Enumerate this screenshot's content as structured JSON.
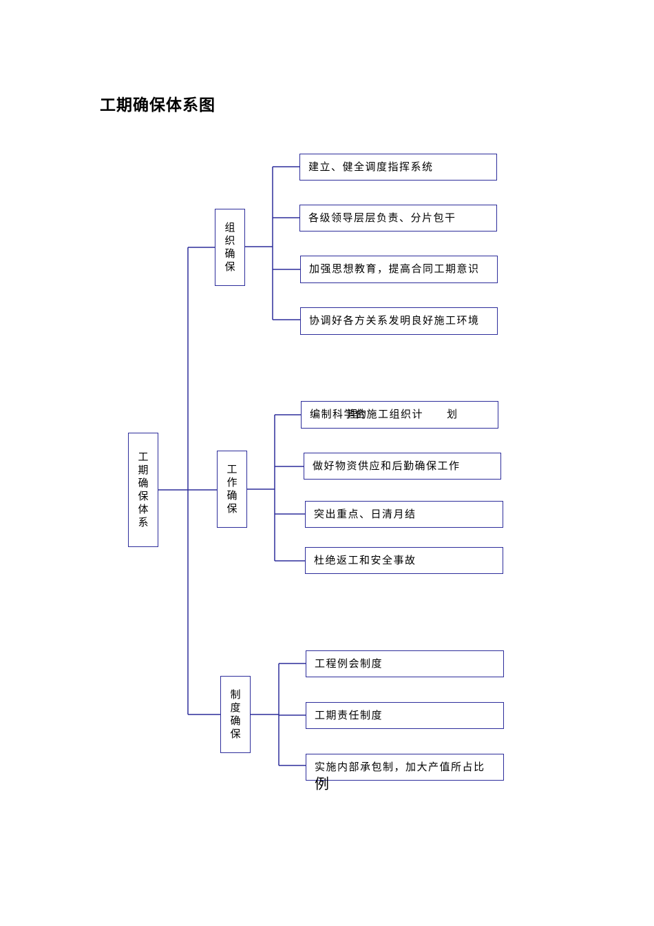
{
  "title": "工期确保体系图",
  "root": {
    "chars": [
      "工",
      "期",
      "确",
      "保",
      "体",
      "系"
    ]
  },
  "groups": [
    {
      "chars": [
        "组",
        "织",
        "确",
        "保"
      ],
      "items": [
        "建立、健全调度指挥系统",
        "各级领导层层负责、分片包干",
        "加强思想教育，提高合同工期意识",
        "协调好各方关系发明良好施工环境"
      ]
    },
    {
      "chars": [
        "工",
        "作",
        "确",
        "保"
      ],
      "items": [
        "编制科学合",
        "做好物资供应和后勤确保工作",
        "突出重点、日清月结",
        "杜绝返工和安全事故"
      ],
      "item0_overlay": "理的",
      "item0_tail_a": "施工组织计",
      "item0_tail_b": "划"
    },
    {
      "chars": [
        "制",
        "度",
        "确",
        "保"
      ],
      "items": [
        "工程例会制度",
        "工期责任制度",
        "实施内部承包制，加大产值所占比"
      ],
      "item2_overflow": "例"
    }
  ]
}
